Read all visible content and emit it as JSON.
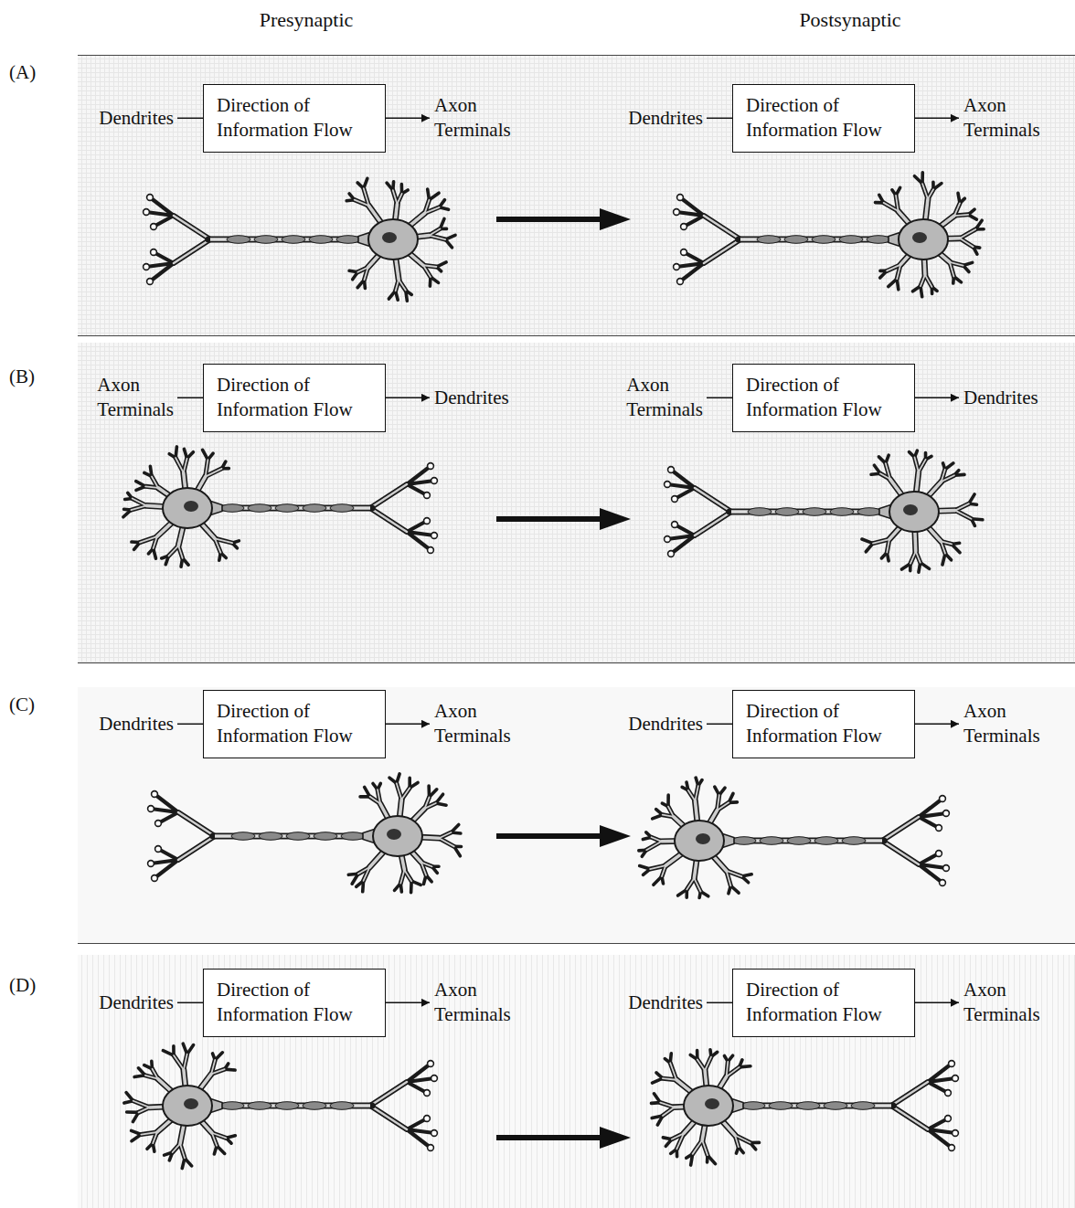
{
  "diagram": {
    "nodes": [
      {
        "text": [
          "Direction of Information Flow"
        ]
      },
      {
        "text": [
          "Direction of Information Flow"
        ]
      },
      {
        "text": [
          "Direction of Information Flow"
        ]
      },
      {
        "text": [
          "Direction of Information Flow"
        ]
      },
      {
        "text": [
          "Direction of Information Flow"
        ]
      },
      {
        "text": [
          "Direction of Information Flow"
        ]
      },
      {
        "text": [
          "Direction of Information Flow"
        ]
      },
      {
        "text": [
          "Direction of Information Flow"
        ]
      }
    ],
    "labels": [
      "Presynaptic",
      "Postsynaptic",
      "(A)",
      "Dendrites",
      "Axon Terminals",
      "Dendrites",
      "Axon Terminals",
      "(B)",
      "Axon Terminals",
      "Dendrites",
      "Axon Terminals",
      "Dendrites",
      "(C)",
      "Dendrites",
      "Axon Terminals",
      "Dendrites",
      "Axon Terminals",
      "(D)",
      "Dendrites",
      "Axon Terminals",
      "Dendrites",
      "Axon Terminals"
    ]
  }
}
